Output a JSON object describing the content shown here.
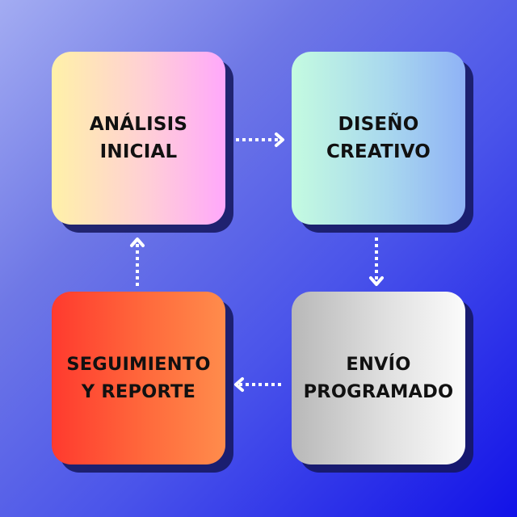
{
  "diagram": {
    "type": "cycle-flow",
    "background": {
      "from": "#a3acf2",
      "to": "#1212e8"
    },
    "steps": [
      {
        "id": "analisis",
        "line1": "ANÁLISIS",
        "line2": "INICIAL",
        "gradient": [
          "#fff1a8",
          "#ffa8fb"
        ]
      },
      {
        "id": "diseno",
        "line1": "DISEÑO",
        "line2": "CREATIVO",
        "gradient": [
          "#c4fbe0",
          "#8fb2f6"
        ]
      },
      {
        "id": "envio",
        "line1": "ENVÍO",
        "line2": "PROGRAMADO",
        "gradient": [
          "#b8b8b8",
          "#fbfbfb"
        ]
      },
      {
        "id": "seguimiento",
        "line1": "SEGUIMIENTO",
        "line2": "Y REPORTE",
        "gradient": [
          "#ff3a2e",
          "#ff8c4c"
        ]
      }
    ],
    "connections": [
      {
        "from": "ANÁLISIS INICIAL",
        "to": "DISEÑO CREATIVO",
        "direction": "right",
        "style": "dotted"
      },
      {
        "from": "DISEÑO CREATIVO",
        "to": "ENVÍO PROGRAMADO",
        "direction": "down",
        "style": "dotted"
      },
      {
        "from": "ENVÍO PROGRAMADO",
        "to": "SEGUIMIENTO Y REPORTE",
        "direction": "left",
        "style": "dotted"
      },
      {
        "from": "SEGUIMIENTO Y REPORTE",
        "to": "ANÁLISIS INICIAL",
        "direction": "up",
        "style": "dotted"
      }
    ],
    "arrow_color": "#ffffff",
    "shadow_color": "#14165a"
  }
}
